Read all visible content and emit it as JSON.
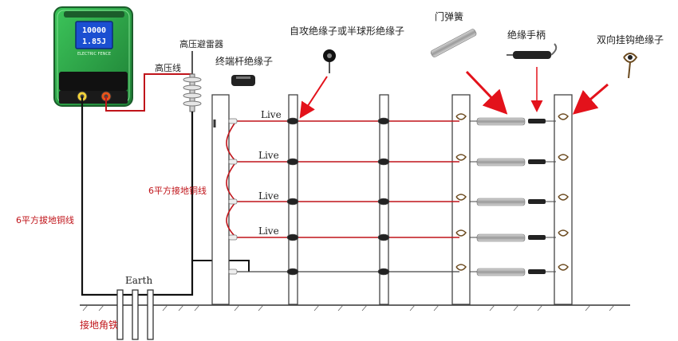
{
  "labels": {
    "high_voltage_lightning_arrester": "高压避雷器",
    "high_voltage_wire": "高压线",
    "terminal_pole_insulator": "终端杆绝缘子",
    "self_tapping_insulator": "自攻绝缘子或半球形绝缘子",
    "gate_spring": "门弹簧",
    "insulated_handle": "绝缘手柄",
    "double_hook_insulator": "双向挂钩绝缘子",
    "ground_wire_6mm_center": "6平方接地铜线",
    "ground_wire_6mm_left": "6平方拔地铜线",
    "grounding_angle_iron": "接地角铁",
    "earth": "Earth",
    "live_1": "Live",
    "live_2": "Live",
    "live_3": "Live",
    "live_4": "Live"
  },
  "device": {
    "display_line1": "10000",
    "display_line2": "1.85J",
    "brand_text": "ELECTRIC FENCE"
  },
  "colors": {
    "device_green": "#2fa84a",
    "device_dark": "#1b5d2b",
    "screen_blue": "#1b4fd1",
    "live_wire_red": "#c0141a",
    "ground_wire_black": "#111111",
    "arrow_red": "#e3121b"
  }
}
